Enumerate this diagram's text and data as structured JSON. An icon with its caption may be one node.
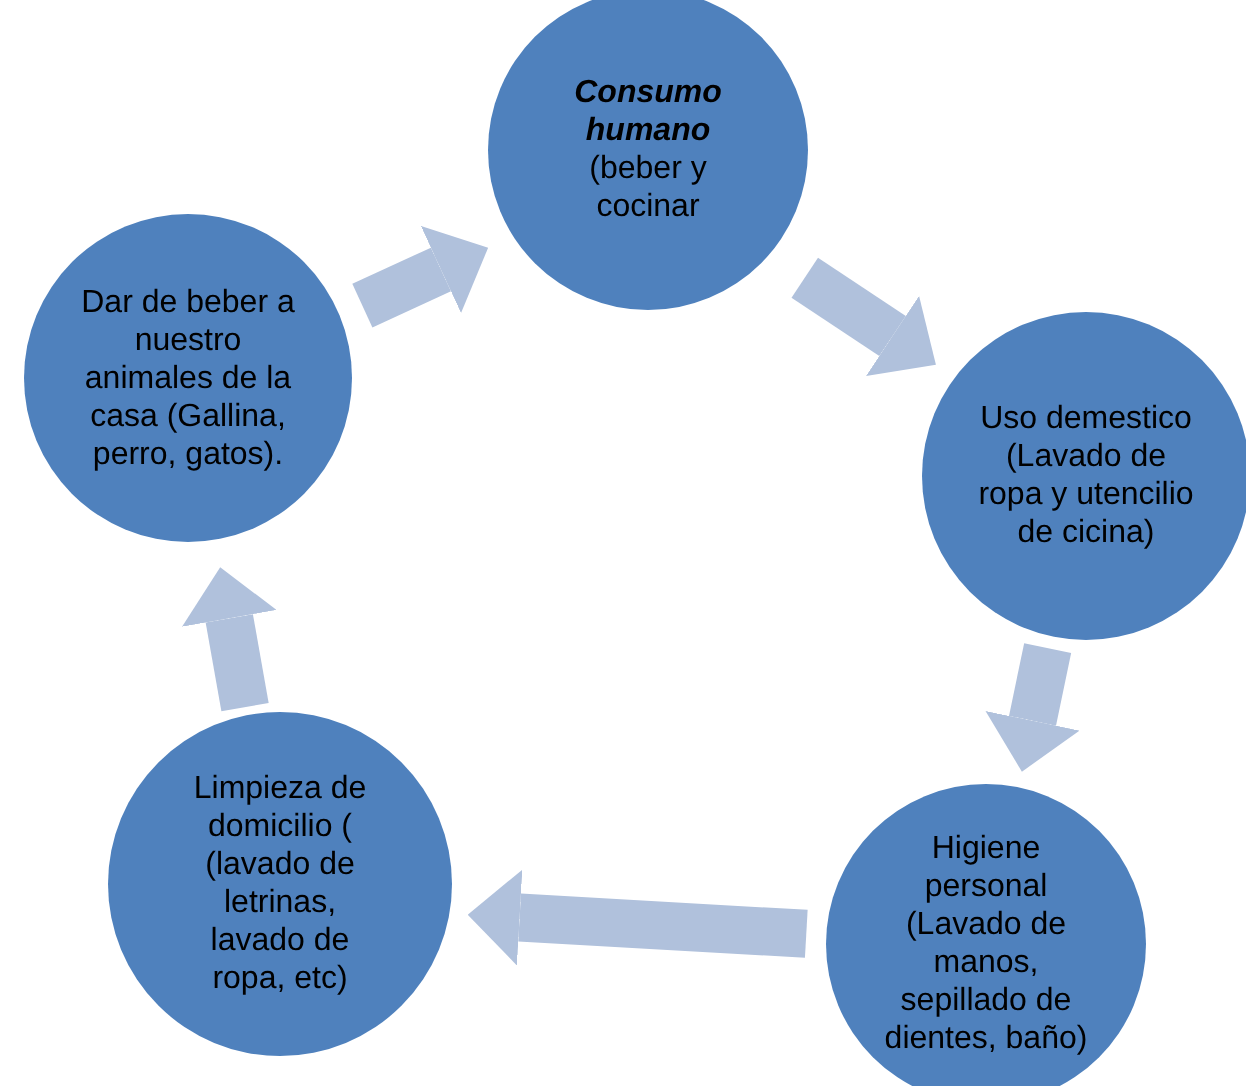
{
  "diagram": {
    "nodes": [
      {
        "text": [
          "Consumo humano",
          "(beber y cocinar"
        ]
      },
      {
        "text": [
          "Uso demestico (Lavado de ropa y utencilio de cicina)"
        ]
      },
      {
        "text": [
          "Higiene personal (Lavado de manos, sepillado de dientes, baño)"
        ]
      },
      {
        "text": [
          "Limpieza de domicilio ( (lavado de letrinas, lavado de ropa, etc)"
        ]
      },
      {
        "text": [
          "Dar de beber a nuestro animales de la casa (Gallina, perro, gatos)."
        ]
      }
    ],
    "edges": [
      {
        "from": 0,
        "to": 1,
        "arrow": "to"
      },
      {
        "from": 1,
        "to": 2,
        "arrow": "to"
      },
      {
        "from": 2,
        "to": 3,
        "arrow": "to"
      },
      {
        "from": 3,
        "to": 4,
        "arrow": "to"
      },
      {
        "from": 4,
        "to": 0,
        "arrow": "to"
      }
    ]
  }
}
